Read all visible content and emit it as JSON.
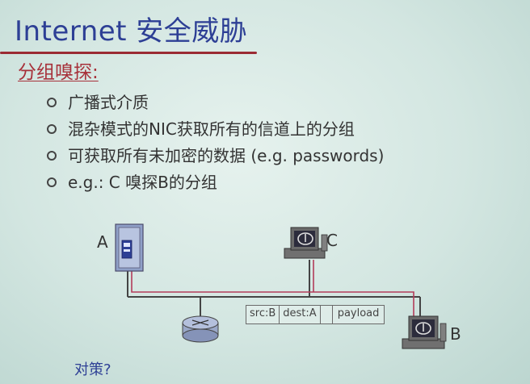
{
  "slide": {
    "title": "Internet 安全威胁",
    "subtitle": "分组嗅探:",
    "bullets": [
      "广播式介质",
      "混杂模式的NIC获取所有的信道上的分组",
      "可获取所有未加密的数据 (e.g. passwords)",
      "e.g.: C 嗅探B的分组"
    ],
    "footer_question": "对策?"
  },
  "diagram": {
    "nodes": {
      "a_label": "A",
      "b_label": "B",
      "c_label": "C"
    },
    "packet": {
      "src": "src:B",
      "dest": "dest:A",
      "payload": "payload"
    }
  },
  "colors": {
    "title": "#2d3f95",
    "subtitle": "#a7313a",
    "packet_path": "#b33c5a",
    "network_line": "#444444",
    "background": "#d3e6e1"
  }
}
